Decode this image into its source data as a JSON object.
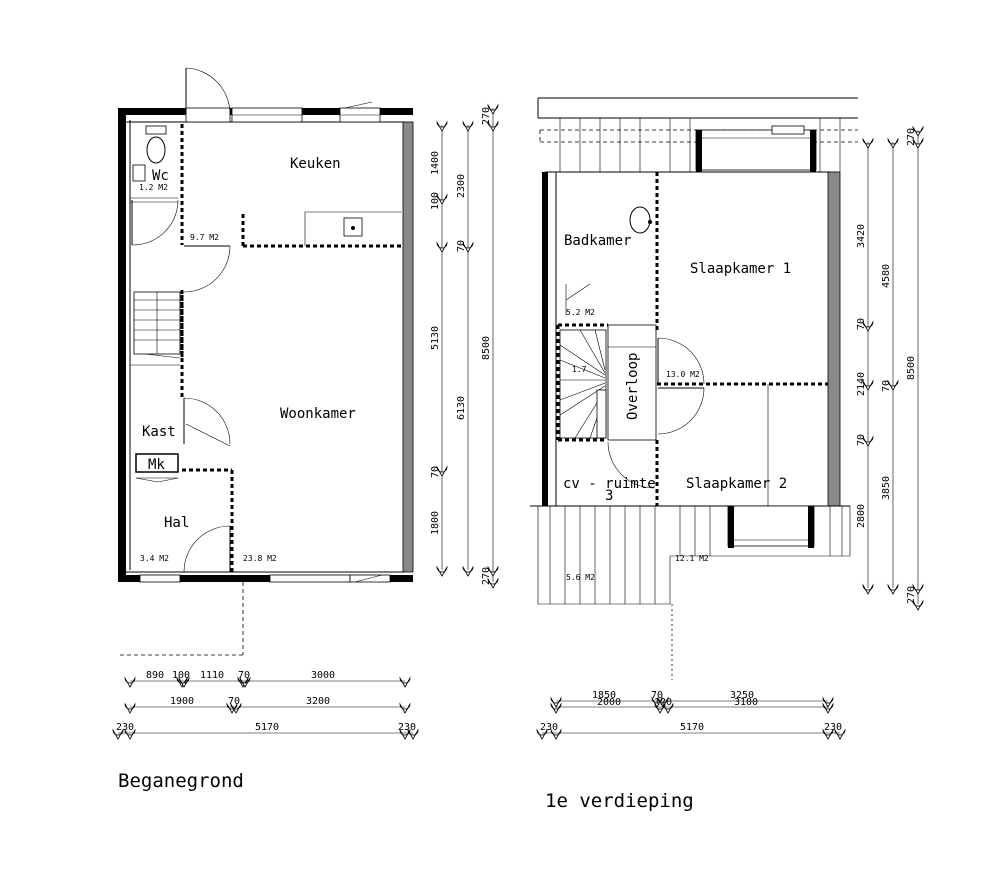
{
  "ground_floor": {
    "title": "Beganegrond",
    "rooms": {
      "wc": "Wc",
      "keuken": "Keuken",
      "woonkamer": "Woonkamer",
      "kast": "Kast",
      "mk": "Mk",
      "hal": "Hal"
    },
    "areas": {
      "wc": "1.2  M2",
      "keuken": "9.7  M2",
      "hal": "3.4  M2",
      "woonkamer": "23.8 M2"
    },
    "dims_right_1": [
      "1400",
      "100",
      "5130",
      "70",
      "1800"
    ],
    "dims_right_2": [
      "2300",
      "70",
      "6130"
    ],
    "dims_right_3": [
      "270",
      "8500",
      "270"
    ],
    "dims_bottom_1": [
      "890",
      "100",
      "1110",
      "70",
      "3000"
    ],
    "dims_bottom_2": [
      "1900",
      "70",
      "3200"
    ],
    "dims_bottom_3": [
      "230",
      "5170",
      "230"
    ]
  },
  "first_floor": {
    "title": "1e verdieping",
    "rooms": {
      "badkamer": "Badkamer",
      "slaapkamer1": "Slaapkamer 1",
      "overloop": "Overloop",
      "cv": "cv - ruimte",
      "cv_num": "3",
      "slaapkamer2": "Slaapkamer 2"
    },
    "areas": {
      "badkamer": "5.2  M2",
      "slaapkamer1": "13.0 M2",
      "cv": "5.6  M2",
      "slaapkamer2": "12.1 M2",
      "stair": "1.7"
    },
    "dims_right_1": [
      "3420",
      "70",
      "2140",
      "70",
      "2800"
    ],
    "dims_right_2": [
      "4580",
      "70",
      "3850"
    ],
    "dims_right_3": [
      "270",
      "8500",
      "270"
    ],
    "dims_bottom_1": [
      "1850",
      "70",
      "3250"
    ],
    "dims_bottom_2": [
      "2000",
      "120",
      "3100"
    ],
    "dims_bottom_3": [
      "230",
      "5170",
      "230"
    ]
  }
}
